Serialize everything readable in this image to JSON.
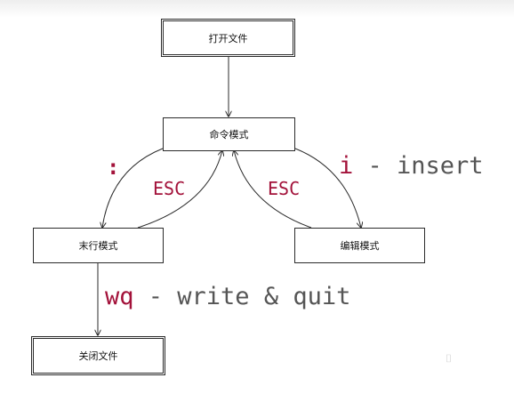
{
  "nodes": {
    "open_file": "打开文件",
    "command_mode": "命令模式",
    "last_line_mode": "末行模式",
    "edit_mode": "编辑模式",
    "close_file": "关闭文件"
  },
  "labels": {
    "colon": ":",
    "esc_left": "ESC",
    "esc_right": "ESC",
    "insert_key": "i",
    "insert_text": " - insert",
    "wq_key": "wq",
    "wq_text": " - write & quit"
  },
  "colors": {
    "key": "#a3123a",
    "text": "#555555",
    "line": "#2b2b2b"
  }
}
